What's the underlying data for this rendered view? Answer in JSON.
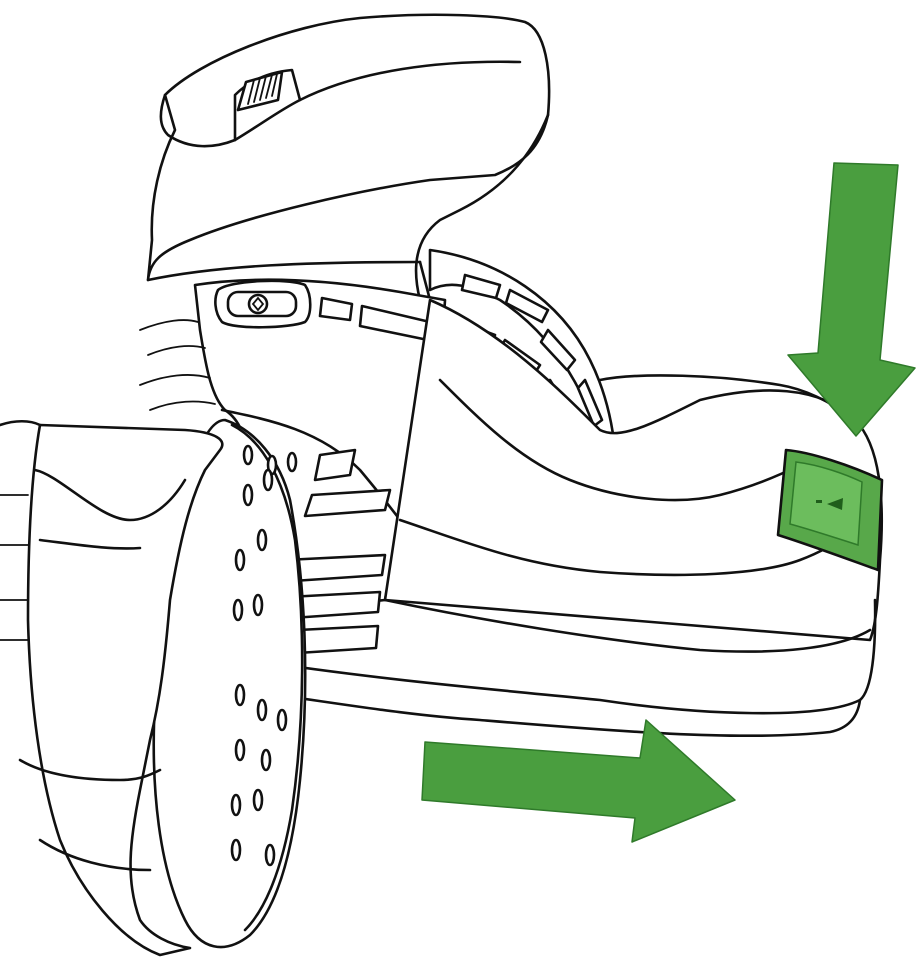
{
  "illustration": {
    "subject": "sander-dust-box-removal",
    "arrow_color": "#4a9e3f",
    "arrow_stroke": "#2f7a2a",
    "button_color": "#58a84a",
    "line_color": "#111111",
    "background": "#ffffff",
    "arrows": [
      {
        "name": "press-down-arrow",
        "direction": "down"
      },
      {
        "name": "slide-out-arrow",
        "direction": "right"
      }
    ]
  }
}
